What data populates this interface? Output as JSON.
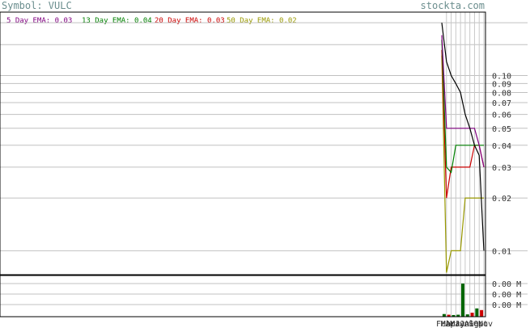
{
  "header": {
    "symbol_text": "Symbol: VULC",
    "site": "stockta.com",
    "header_color": "#6b8e8e"
  },
  "legend": [
    {
      "label": "5 Day EMA: 0.03",
      "color": "#800080"
    },
    {
      "label": "13 Day EMA: 0.04",
      "color": "#008000"
    },
    {
      "label": "20 Day EMA: 0.03",
      "color": "#cc0000"
    },
    {
      "label": "50 Day EMA: 0.02",
      "color": "#999900"
    }
  ],
  "chart_data": {
    "type": "line",
    "scale": "log",
    "ylim": [
      0.0073,
      0.23
    ],
    "yticks": [
      0.1,
      0.09,
      0.08,
      0.07,
      0.06,
      0.05,
      0.04,
      0.03,
      0.02,
      0.01
    ],
    "ytick_labels": [
      "0.10",
      "0.09",
      "0.08",
      "0.07",
      "0.06",
      "0.05",
      "0.04",
      "0.03",
      "0.02",
      "0.01"
    ],
    "x_count": 10,
    "x_tick_labels": [
      "Feb",
      "Mar",
      "Apr",
      "May",
      "Jun",
      "Jul",
      "Aug",
      "Sep",
      "Oct",
      "Nov"
    ],
    "series": [
      {
        "key": "price",
        "color": "#000000",
        "values": [
          0.2,
          0.12,
          0.1,
          0.09,
          0.08,
          0.06,
          0.05,
          0.04,
          0.035,
          0.01
        ]
      },
      {
        "key": "ema5",
        "color": "#800080",
        "values": [
          0.17,
          0.05,
          0.05,
          0.05,
          0.05,
          0.05,
          0.05,
          0.05,
          0.04,
          0.03
        ]
      },
      {
        "key": "ema13",
        "color": "#008000",
        "values": [
          0.16,
          0.03,
          0.028,
          0.04,
          0.04,
          0.04,
          0.04,
          0.04,
          0.04,
          0.04
        ]
      },
      {
        "key": "ema20",
        "color": "#cc0000",
        "values": [
          0.14,
          0.02,
          0.03,
          0.03,
          0.03,
          0.03,
          0.03,
          0.04,
          0.04,
          0.03
        ]
      },
      {
        "key": "ema50",
        "color": "#999900",
        "values": [
          0.13,
          0.0075,
          0.01,
          0.01,
          0.01,
          0.02,
          0.02,
          0.02,
          0.02,
          0.02
        ]
      }
    ],
    "volume": {
      "ytick_labels": [
        "0.00 M",
        "0.00 M",
        "0.00 M"
      ],
      "values": [
        0.08,
        0.06,
        0.05,
        0.06,
        1.0,
        0.07,
        0.12,
        0.25,
        0.2
      ],
      "colors": [
        "#006600",
        "#cc0000",
        "#006600",
        "#006600",
        "#006600",
        "#006600",
        "#cc0000",
        "#006600",
        "#cc0000"
      ]
    }
  }
}
